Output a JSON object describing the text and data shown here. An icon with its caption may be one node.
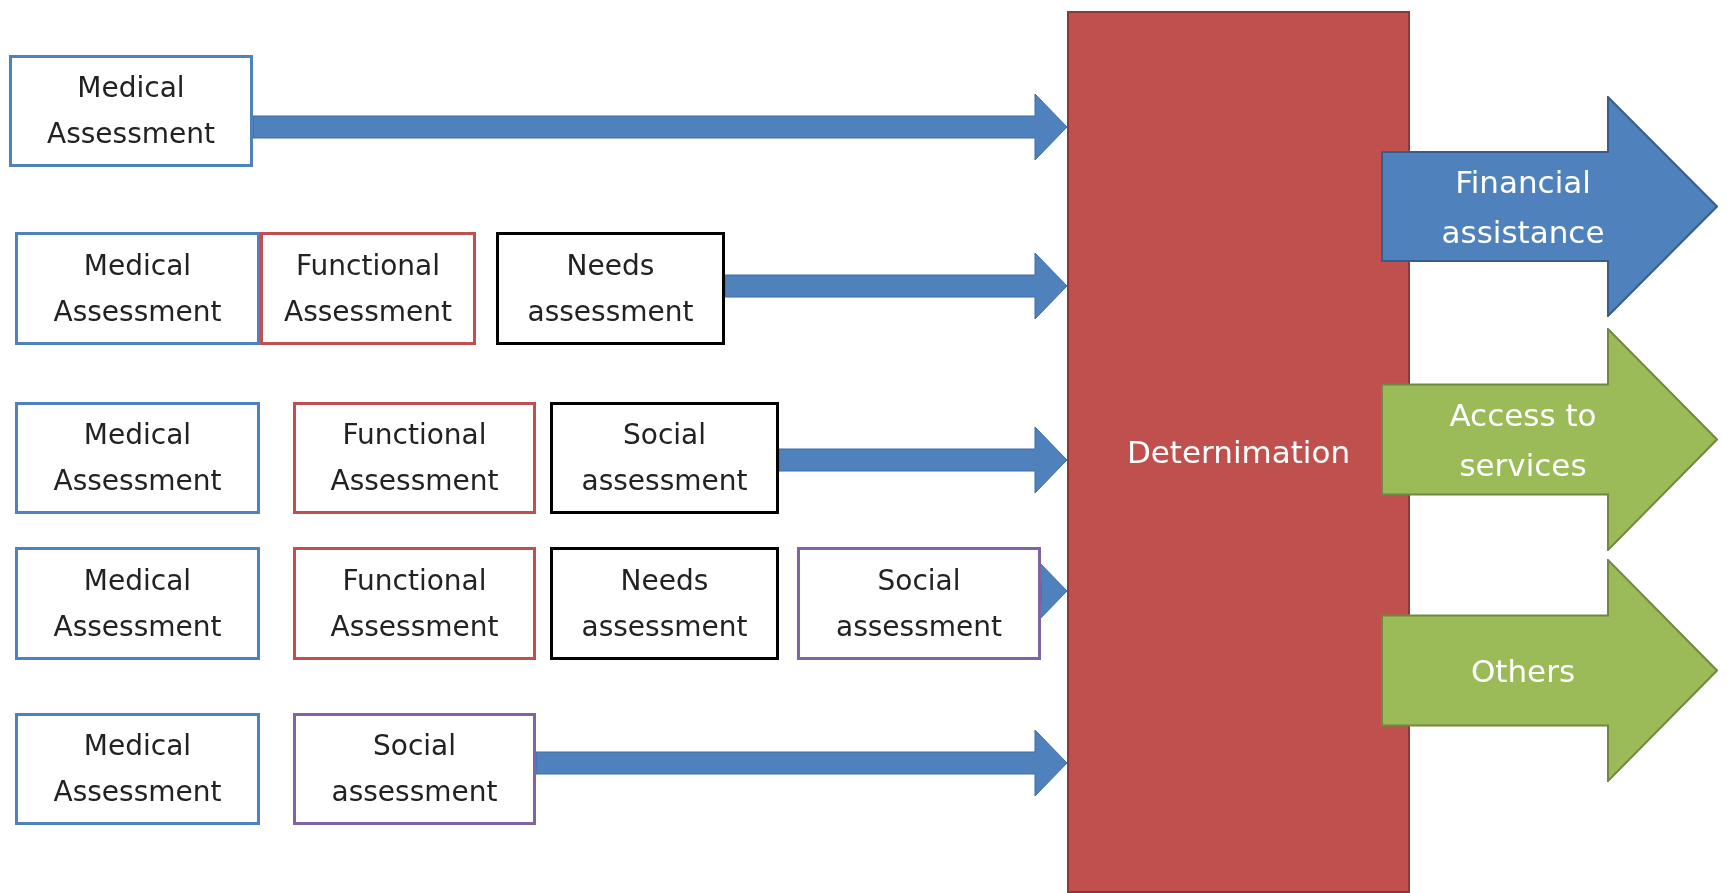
{
  "diagram": {
    "nodes": [
      {
        "text": [
          "Medical Assessment"
        ]
      },
      {
        "text": [
          "Medical Assessment"
        ]
      },
      {
        "text": [
          "Functional Assessment"
        ]
      },
      {
        "text": [
          "Needs assessment"
        ]
      },
      {
        "text": [
          "Medical Assessment"
        ]
      },
      {
        "text": [
          "Functional Assessment"
        ]
      },
      {
        "text": [
          "Social assessment"
        ]
      },
      {
        "text": [
          "Medical Assessment"
        ]
      },
      {
        "text": [
          "Functional Assessment"
        ]
      },
      {
        "text": [
          "Needs assessment"
        ]
      },
      {
        "text": [
          "Social assessment"
        ]
      },
      {
        "text": [
          "Medical Assessment"
        ]
      },
      {
        "text": [
          "Social assessment"
        ]
      },
      {
        "text": [
          "Deternimation"
        ]
      },
      {
        "text": [
          "Financial assistance"
        ]
      },
      {
        "text": [
          "Access to services"
        ]
      },
      {
        "text": [
          "Others"
        ]
      }
    ],
    "edges": [
      {
        "from": 0,
        "to": 13,
        "arrow": "to",
        "style": "thick"
      },
      {
        "from": 3,
        "to": 13,
        "arrow": "to",
        "style": "thick"
      },
      {
        "from": 6,
        "to": 13,
        "arrow": "to",
        "style": "thick"
      },
      {
        "from": 10,
        "to": 13,
        "arrow": "to",
        "style": "thick"
      },
      {
        "from": 12,
        "to": 13,
        "arrow": "to",
        "style": "thick"
      }
    ]
  }
}
